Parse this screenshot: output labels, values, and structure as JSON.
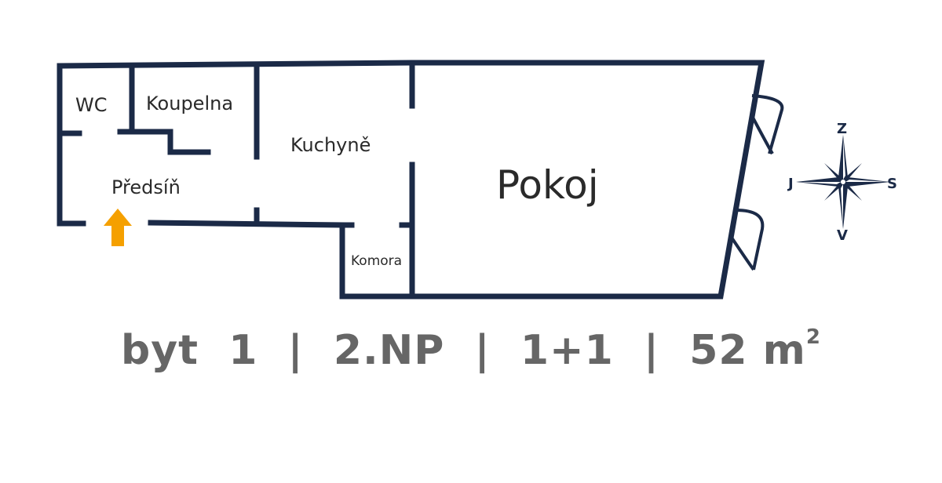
{
  "rooms": {
    "wc": "WC",
    "koupelna": "Koupelna",
    "kuchyne": "Kuchyně",
    "predsin": "Předsíň",
    "pokoj": "Pokoj",
    "komora": "Komora"
  },
  "compass": {
    "north": "Z",
    "south": "V",
    "west": "J",
    "east": "S"
  },
  "entrance_marker": "entrance-arrow",
  "caption": {
    "byt": "byt  1",
    "floor": "2.NP",
    "layout": "1+1",
    "area": "52 m",
    "area_exponent": "2",
    "separator": "|"
  },
  "colors": {
    "walls": "#1b2a47",
    "entrance_arrow": "#f5a000",
    "caption_text": "#666666",
    "label_text": "#2a2a2a"
  }
}
